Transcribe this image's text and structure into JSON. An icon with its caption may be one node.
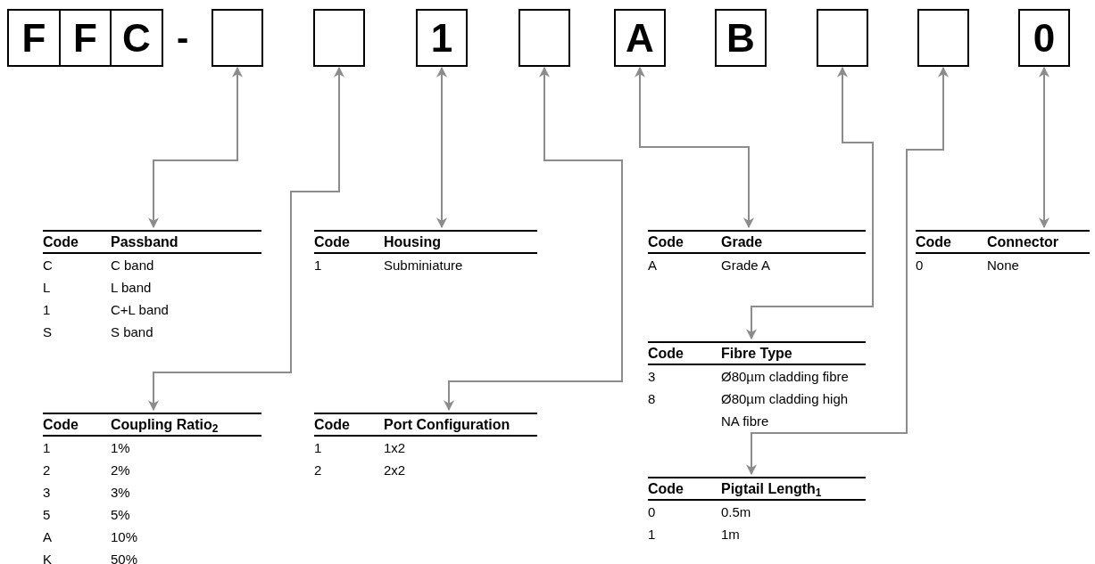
{
  "diagram": {
    "nodes": [
      {
        "text": [
          "F"
        ]
      },
      {
        "text": [
          "F"
        ]
      },
      {
        "text": [
          "C"
        ]
      },
      {
        "text": [],
        "shape": "box"
      },
      {
        "text": [],
        "shape": "box"
      },
      {
        "text": [
          "1"
        ]
      },
      {
        "text": [],
        "shape": "box"
      },
      {
        "text": [
          "A"
        ]
      },
      {
        "text": [
          "B"
        ]
      },
      {
        "text": [],
        "shape": "box"
      },
      {
        "text": [],
        "shape": "box"
      },
      {
        "text": [
          "0"
        ]
      },
      {
        "text": [
          "Code",
          "Passband",
          "C",
          "C band",
          "L",
          "L band",
          "1",
          "C+L band",
          "S",
          "S band"
        ]
      },
      {
        "text": [
          "Code",
          "Housing",
          "1",
          "Subminiature"
        ]
      },
      {
        "text": [
          "Code",
          "Grade",
          "A",
          "Grade A"
        ]
      },
      {
        "text": [
          "Code",
          "Connector",
          "0",
          "None"
        ]
      },
      {
        "text": [
          "Code",
          "Coupling Ratio$_{2}$",
          "1",
          "1%",
          "2",
          "2%",
          "3",
          "3%",
          "5",
          "5%",
          "A",
          "10%",
          "K",
          "50%"
        ]
      },
      {
        "text": [
          "Code",
          "Port Configuration",
          "1",
          "1x2",
          "2",
          "2x2"
        ]
      },
      {
        "text": [
          "Code",
          "Fibre Type",
          "3",
          "Ø80µm cladding fibre",
          "8",
          "Ø80µm cladding high NA fibre"
        ]
      },
      {
        "text": [
          "Code",
          "Pigtail Length$_{1}$",
          "0",
          "0.5m",
          "1",
          "1m"
        ]
      }
    ],
    "edges": [
      {
        "from": 3,
        "to": 12,
        "arrow": "both"
      },
      {
        "from": 4,
        "to": 16,
        "arrow": "both"
      },
      {
        "from": 5,
        "to": 13,
        "arrow": "both"
      },
      {
        "from": 6,
        "to": 17,
        "arrow": "both"
      },
      {
        "from": 7,
        "to": 14,
        "arrow": "both"
      },
      {
        "from": 9,
        "to": 18,
        "arrow": "both"
      },
      {
        "from": 10,
        "to": 19,
        "arrow": "both"
      },
      {
        "from": 11,
        "to": 15,
        "arrow": "both"
      }
    ],
    "labels": [
      "-"
    ]
  }
}
